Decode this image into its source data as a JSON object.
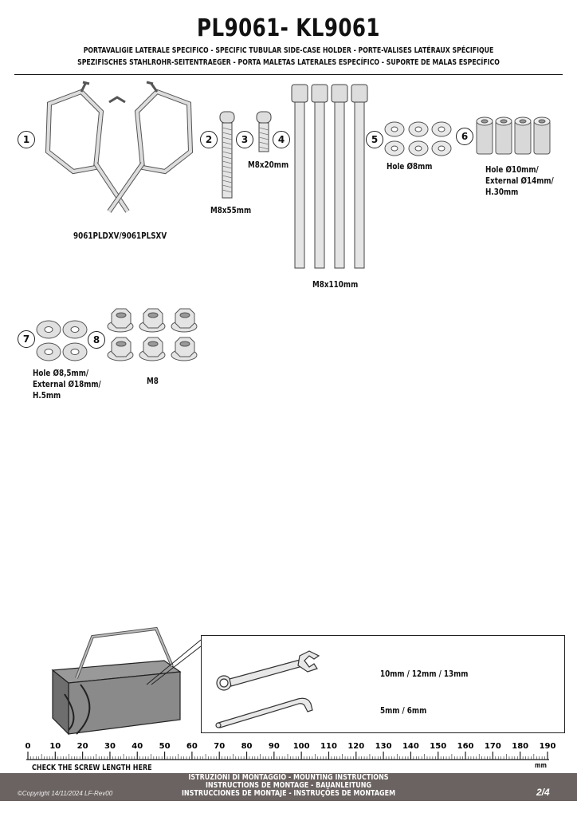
{
  "header": {
    "title": "PL9061- KL9061",
    "subtitle_line1": "PORTAVALIGIE LATERALE SPECIFICO  -  SPECIFIC TUBULAR SIDE-CASE HOLDER  - PORTE-VALISES LATÉRAUX SPÉCIFIQUE",
    "subtitle_line2": "SPEZIFISCHES STAHLROHR-SEITENTRAEGER - PORTA MALETAS LATERALES ESPECÍFICO - SUPORTE DE MALAS ESPECÍFICO"
  },
  "parts": [
    {
      "number": "1",
      "label": "9061PLDXV/9061PLSXV"
    },
    {
      "number": "2",
      "label": "M8x55mm"
    },
    {
      "number": "3",
      "label": "M8x20mm"
    },
    {
      "number": "4",
      "label": "M8x110mm"
    },
    {
      "number": "5",
      "label": "Hole Ø8mm"
    },
    {
      "number": "6",
      "label_lines": [
        "Hole Ø10mm/",
        "External Ø14mm/",
        "H.30mm"
      ]
    },
    {
      "number": "7",
      "label_lines": [
        "Hole Ø8,5mm/",
        "External Ø18mm/",
        "H.5mm"
      ]
    },
    {
      "number": "8",
      "label": "M8"
    }
  ],
  "tools": {
    "wrench_sizes": "10mm / 12mm / 13mm",
    "allen_sizes": "5mm / 6mm"
  },
  "ruler": {
    "ticks": [
      "0",
      "10",
      "20",
      "30",
      "40",
      "50",
      "60",
      "70",
      "80",
      "90",
      "100",
      "110",
      "120",
      "130",
      "140",
      "150",
      "160",
      "170",
      "180",
      "190"
    ],
    "caption": "CHECK THE SCREW LENGTH HERE",
    "unit": "mm"
  },
  "footer": {
    "line1": "ISTRUZIONI DI MONTAGGIO  -  MOUNTING INSTRUCTIONS",
    "line2": "INSTRUCTIONS DE MONTAGE - BAUANLEITUNG",
    "line3": "INSTRUCCIONES DE MONTAJE - INSTRUÇÕES DE MONTAGEM",
    "copyright": "©Copyright 14/11/2024 LF-Rev00",
    "page": "2/4"
  }
}
